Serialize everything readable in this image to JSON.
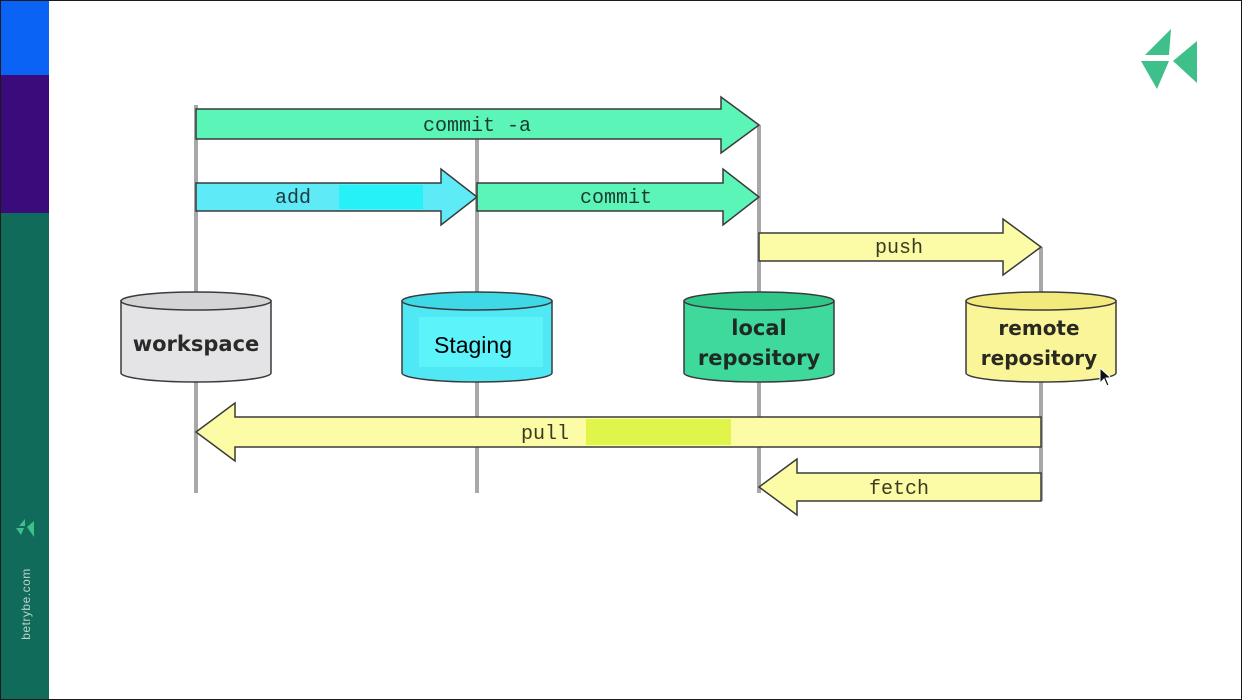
{
  "sidebar": {
    "site_text": "betrybe.com",
    "icon": "trybe-logo-icon"
  },
  "brand": {
    "icon": "trybe-logo-icon",
    "color": "#3fbf8a"
  },
  "diagram": {
    "lanes": [
      "workspace",
      "staging",
      "local repository",
      "remote repository"
    ],
    "cylinders": {
      "workspace": {
        "lines": [
          "workspace"
        ],
        "color": "#e4e4e6"
      },
      "staging": {
        "lines": [
          "Staging"
        ],
        "color": "#4fe8f4"
      },
      "local": {
        "lines": [
          "local",
          "repository"
        ],
        "color": "#3fd99b"
      },
      "remote": {
        "lines": [
          "remote",
          "repository"
        ],
        "color": "#fbf59a"
      }
    },
    "arrows": {
      "commit_a": {
        "label": "commit -a",
        "from": "workspace",
        "to": "local repository"
      },
      "add": {
        "label": "add",
        "from": "workspace",
        "to": "staging"
      },
      "commit": {
        "label": "commit",
        "from": "staging",
        "to": "local repository"
      },
      "push": {
        "label": "push",
        "from": "local repository",
        "to": "remote repository"
      },
      "pull": {
        "label": "pull",
        "from": "remote repository",
        "to": "workspace"
      },
      "fetch": {
        "label": "fetch",
        "from": "remote repository",
        "to": "local repository"
      }
    },
    "colors": {
      "green_arrow": "#5cf5b8",
      "cyan_arrow": "#5eeaf6",
      "yellow_arrow": "#fdfca6",
      "highlight_cyan": "#25f1f7",
      "highlight_yellow": "#e0f44a"
    }
  }
}
